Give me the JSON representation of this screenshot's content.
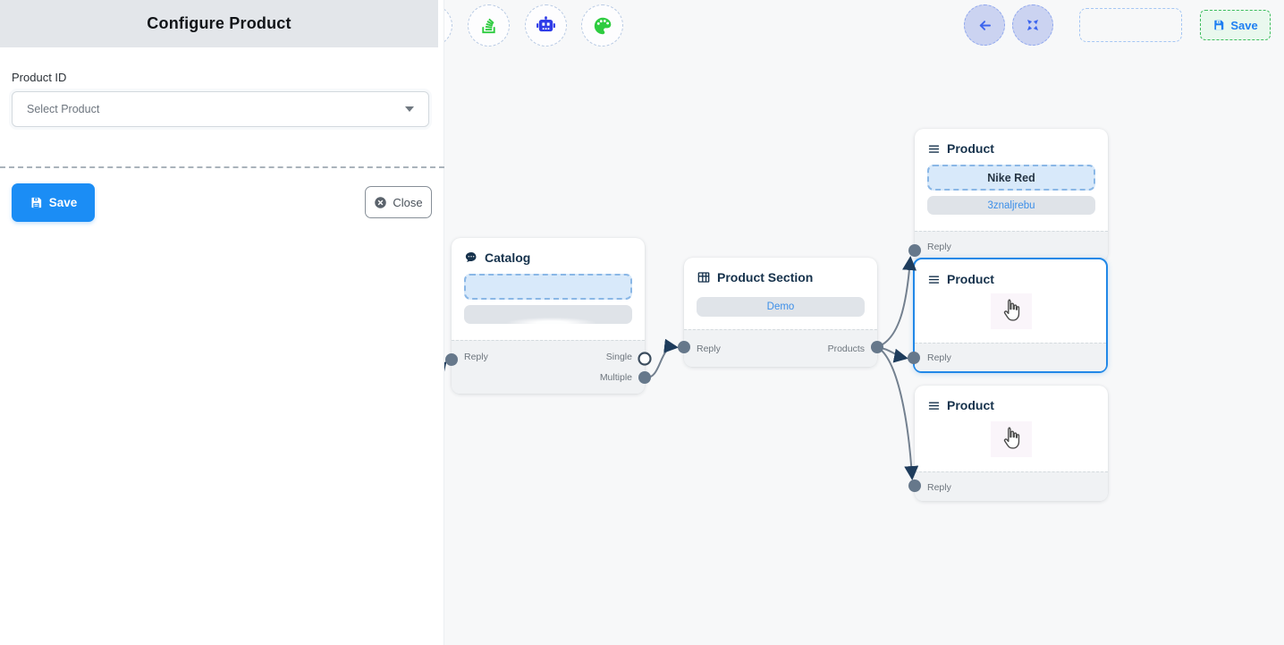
{
  "panel": {
    "title": "Configure Product",
    "product_id_label": "Product ID",
    "select_placeholder": "Select Product",
    "save_label": "Save",
    "close_label": "Close"
  },
  "toolbar": {
    "save_label": "Save",
    "icon_names": [
      "layers-icon",
      "robot-icon",
      "palette-icon",
      "back-arrow-icon",
      "fit-view-icon"
    ]
  },
  "nodes": {
    "catalog": {
      "title": "Catalog",
      "ports": {
        "reply": "Reply",
        "single": "Single",
        "multiple": "Multiple"
      }
    },
    "product_section": {
      "title": "Product Section",
      "option": "Demo",
      "ports": {
        "reply": "Reply",
        "products": "Products"
      }
    },
    "product1": {
      "title": "Product",
      "selected_item": "Nike Red",
      "retailer_id": "3znaljrebu",
      "ports": {
        "reply": "Reply"
      }
    },
    "product2": {
      "title": "Product",
      "ports": {
        "reply": "Reply"
      }
    },
    "product3": {
      "title": "Product",
      "ports": {
        "reply": "Reply"
      }
    }
  },
  "colors": {
    "primary_blue": "#1b8df5",
    "node_title": "#16324c",
    "edge": "#73808f",
    "selected_border": "#2188e7",
    "green_icon": "#2ecc40",
    "robot_blue": "#2f3ce8",
    "save_top_border": "#3dbd5d",
    "save_top_text": "#1f7ff2"
  }
}
